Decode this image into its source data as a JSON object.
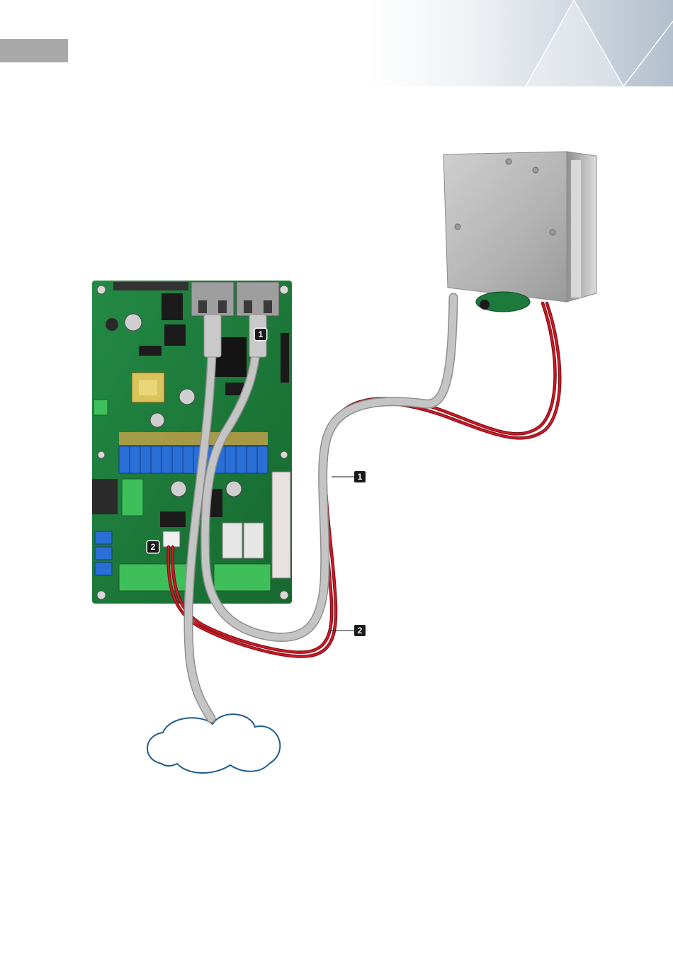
{
  "header": {
    "accent_color": "#a9a9a9",
    "banner_gradient": [
      "#ffffff",
      "#e9ecf0",
      "#b8c3d1"
    ]
  },
  "callouts": {
    "board_cable_1": "1",
    "board_cable_2": "2",
    "line_cable_1": "1",
    "line_cable_2": "2"
  },
  "cloud": {
    "label": "",
    "stroke_color": "#1f5c8f"
  },
  "colors": {
    "network_cable": "#b7b7b7",
    "power_wire": "#c1121f",
    "pcb": "#1e7a3c",
    "terminal_blue": "#2a6fd6",
    "terminal_green": "#3fbf5a",
    "enclosure": "#b9b9b9"
  }
}
